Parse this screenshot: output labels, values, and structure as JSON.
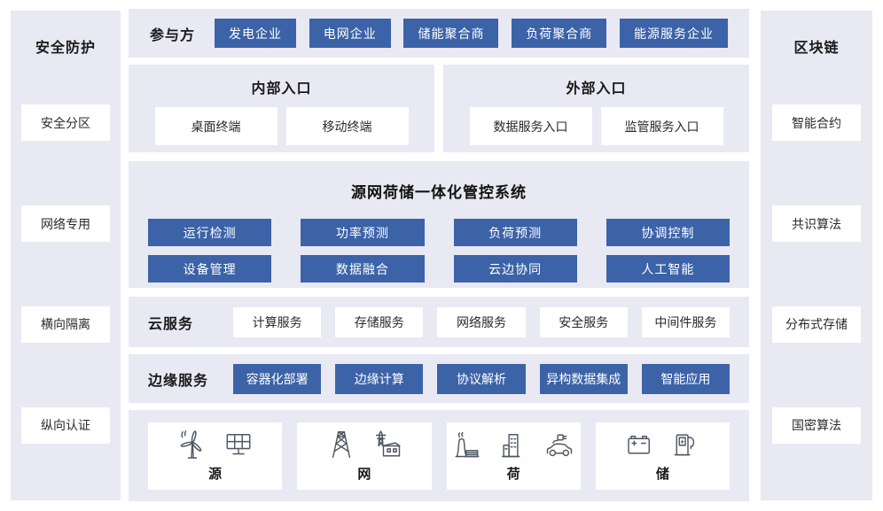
{
  "colors": {
    "accent_blue": "#3c63a8",
    "panel_bg": "#e9e9f4",
    "card_bg": "#ffffff",
    "icon_stroke": "#4e5662",
    "title_text": "#1a1a1a",
    "button_text": "#ffffff"
  },
  "left_rail": {
    "title": "安全防护",
    "items": [
      "安全分区",
      "网络专用",
      "横向隔离",
      "纵向认证"
    ]
  },
  "right_rail": {
    "title": "区块链",
    "items": [
      "智能合约",
      "共识算法",
      "分布式存储",
      "国密算法"
    ]
  },
  "participants": {
    "title": "参与方",
    "items": [
      "发电企业",
      "电网企业",
      "储能聚合商",
      "负荷聚合商",
      "能源服务企业"
    ]
  },
  "portals": {
    "internal": {
      "title": "内部入口",
      "items": [
        "桌面终端",
        "移动终端"
      ]
    },
    "external": {
      "title": "外部入口",
      "items": [
        "数据服务入口",
        "监管服务入口"
      ]
    }
  },
  "system": {
    "title": "源网荷储一体化管控系统",
    "modules": [
      "运行检测",
      "功率预测",
      "负荷预测",
      "协调控制",
      "设备管理",
      "数据融合",
      "云边协同",
      "人工智能"
    ]
  },
  "cloud": {
    "title": "云服务",
    "items": [
      "计算服务",
      "存储服务",
      "网络服务",
      "安全服务",
      "中间件服务"
    ]
  },
  "edge": {
    "title": "边缘服务",
    "items": [
      "容器化部署",
      "边缘计算",
      "协议解析",
      "异构数据集成",
      "智能应用"
    ]
  },
  "resources": {
    "items": [
      {
        "label": "源",
        "icons": [
          "wind-turbine-icon",
          "solar-panel-icon"
        ]
      },
      {
        "label": "网",
        "icons": [
          "transmission-tower-icon",
          "substation-icon"
        ]
      },
      {
        "label": "荷",
        "icons": [
          "factory-icon",
          "building-icon",
          "electric-car-icon"
        ]
      },
      {
        "label": "储",
        "icons": [
          "battery-icon",
          "charging-station-icon"
        ]
      }
    ]
  }
}
